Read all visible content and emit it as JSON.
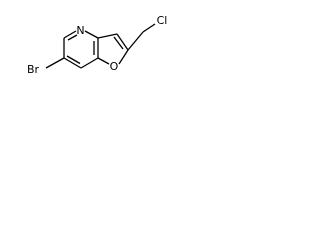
{
  "molecule": {
    "atoms": {
      "nitrogen": "N",
      "oxygen": "O",
      "bromine": "Br",
      "chlorine": "Cl"
    },
    "colors": {
      "bond": "#000000",
      "label": "#000000",
      "background": "#ffffff"
    }
  }
}
